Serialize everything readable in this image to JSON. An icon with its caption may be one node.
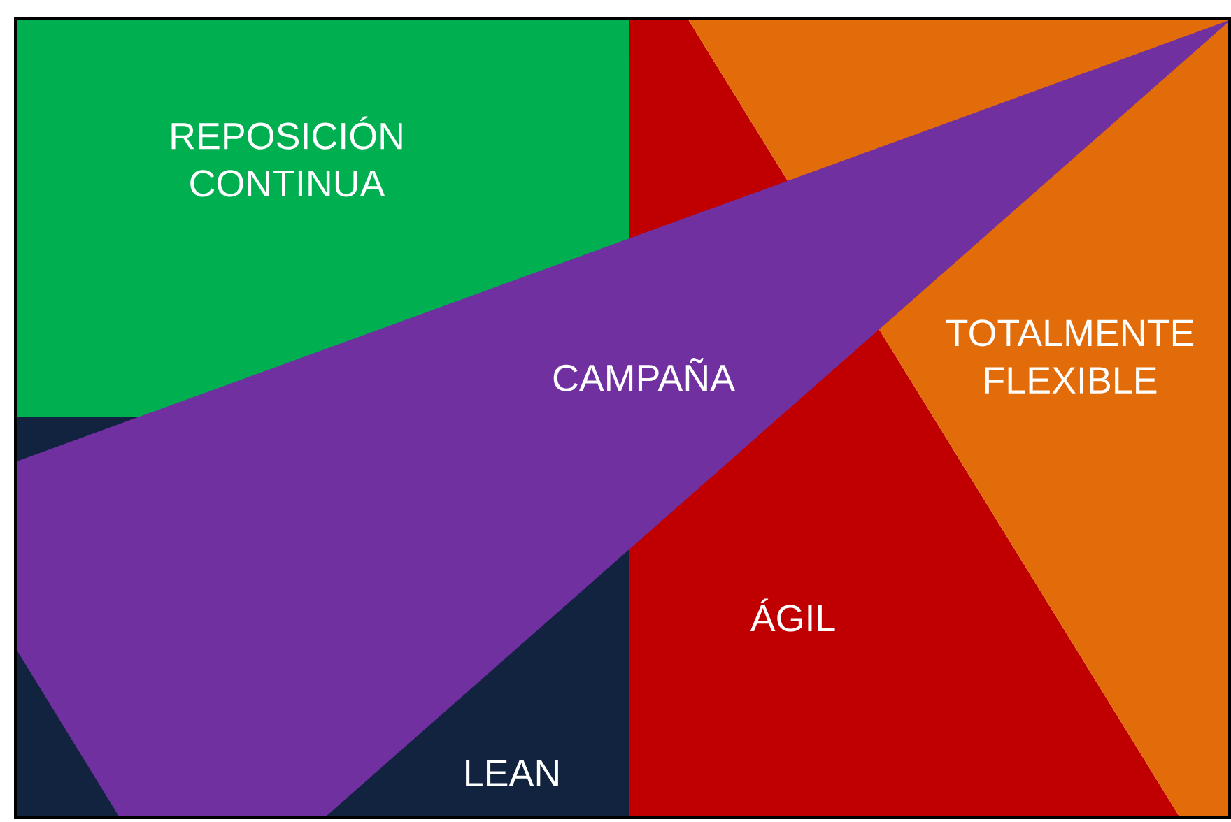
{
  "diagram": {
    "labels": [
      "REPOSICIÓN CONTINUA",
      "CAMPAÑA",
      "TOTALMENTE FLEXIBLE",
      "ÁGIL",
      "LEAN"
    ]
  }
}
